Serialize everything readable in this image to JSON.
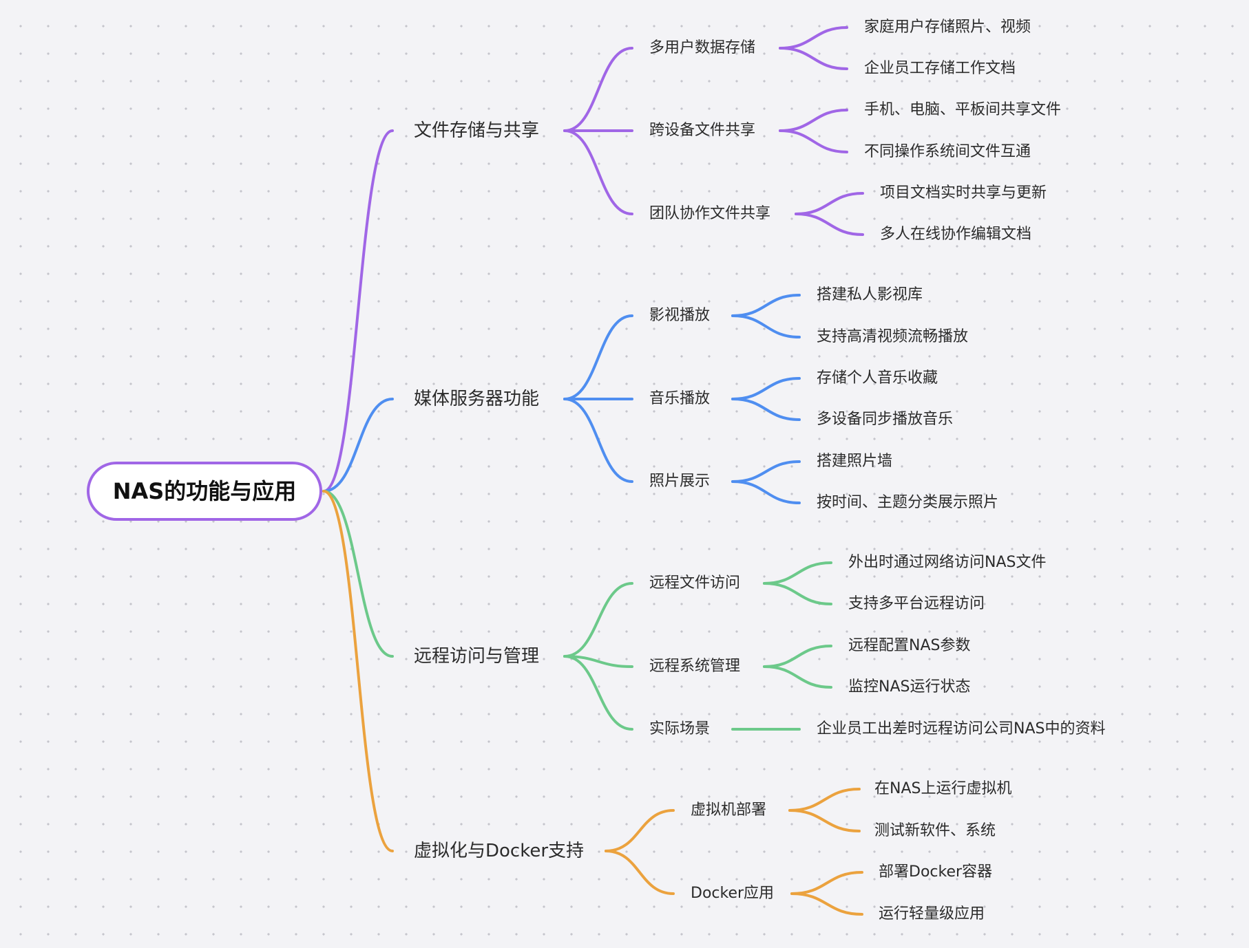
{
  "mindmap": {
    "root": "NAS的功能与应用",
    "colors": {
      "purple": "#a066e6",
      "blue": "#4f8ef0",
      "green": "#6cc98a",
      "orange": "#eba23e"
    },
    "branches": [
      {
        "label": "文件存储与共享",
        "color": "#a066e6",
        "children": [
          {
            "label": "多用户数据存储",
            "children": [
              "家庭用户存储照片、视频",
              "企业员工存储工作文档"
            ]
          },
          {
            "label": "跨设备文件共享",
            "children": [
              "手机、电脑、平板间共享文件",
              "不同操作系统间文件互通"
            ]
          },
          {
            "label": "团队协作文件共享",
            "children": [
              "项目文档实时共享与更新",
              "多人在线协作编辑文档"
            ]
          }
        ]
      },
      {
        "label": "媒体服务器功能",
        "color": "#4f8ef0",
        "children": [
          {
            "label": "影视播放",
            "children": [
              "搭建私人影视库",
              "支持高清视频流畅播放"
            ]
          },
          {
            "label": "音乐播放",
            "children": [
              "存储个人音乐收藏",
              "多设备同步播放音乐"
            ]
          },
          {
            "label": "照片展示",
            "children": [
              "搭建照片墙",
              "按时间、主题分类展示照片"
            ]
          }
        ]
      },
      {
        "label": "远程访问与管理",
        "color": "#6cc98a",
        "children": [
          {
            "label": "远程文件访问",
            "children": [
              "外出时通过网络访问NAS文件",
              "支持多平台远程访问"
            ]
          },
          {
            "label": "远程系统管理",
            "children": [
              "远程配置NAS参数",
              "监控NAS运行状态"
            ]
          },
          {
            "label": "实际场景",
            "children": [
              "企业员工出差时远程访问公司NAS中的资料"
            ]
          }
        ]
      },
      {
        "label": "虚拟化与Docker支持",
        "color": "#eba23e",
        "children": [
          {
            "label": "虚拟机部署",
            "children": [
              "在NAS上运行虚拟机",
              "测试新软件、系统"
            ]
          },
          {
            "label": "Docker应用",
            "children": [
              "部署Docker容器",
              "运行轻量级应用"
            ]
          }
        ]
      }
    ]
  }
}
